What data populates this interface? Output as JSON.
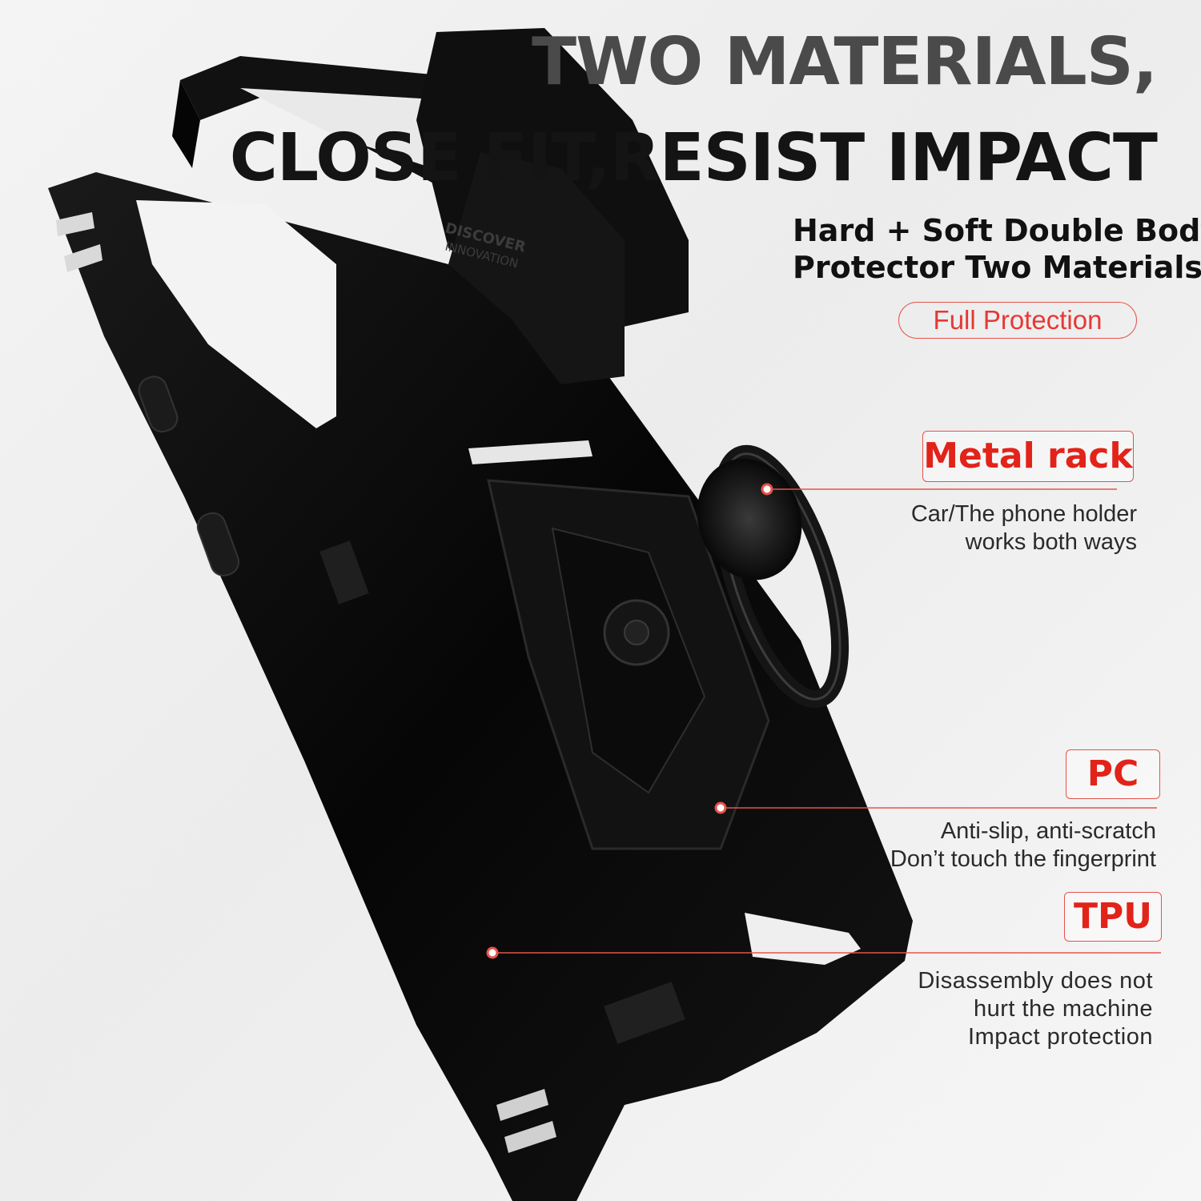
{
  "headline": {
    "line1": "TWO MATERIALS,",
    "line2": "CLOSE FIT,RESIST IMPACT"
  },
  "subheadline": {
    "line1": "Hard + Soft Double Body",
    "line2": "Protector Two Materials"
  },
  "badge": "Full Protection",
  "features": [
    {
      "tag": "Metal rack",
      "lines": [
        "Car/The phone holder",
        "works both ways"
      ]
    },
    {
      "tag": "PC",
      "lines": [
        "Anti-slip, anti-scratch",
        "Don’t touch the fingerprint"
      ]
    },
    {
      "tag": "TPU",
      "lines": [
        "Disassembly does not",
        "hurt the machine",
        "Impact protection"
      ]
    }
  ],
  "camera_slider_text": [
    "DISCOVER",
    "INNOVATION"
  ],
  "colors": {
    "accent_red": "#e2231a",
    "case_black": "#0e0e0e",
    "headline_grey": "#4a4a4a"
  }
}
